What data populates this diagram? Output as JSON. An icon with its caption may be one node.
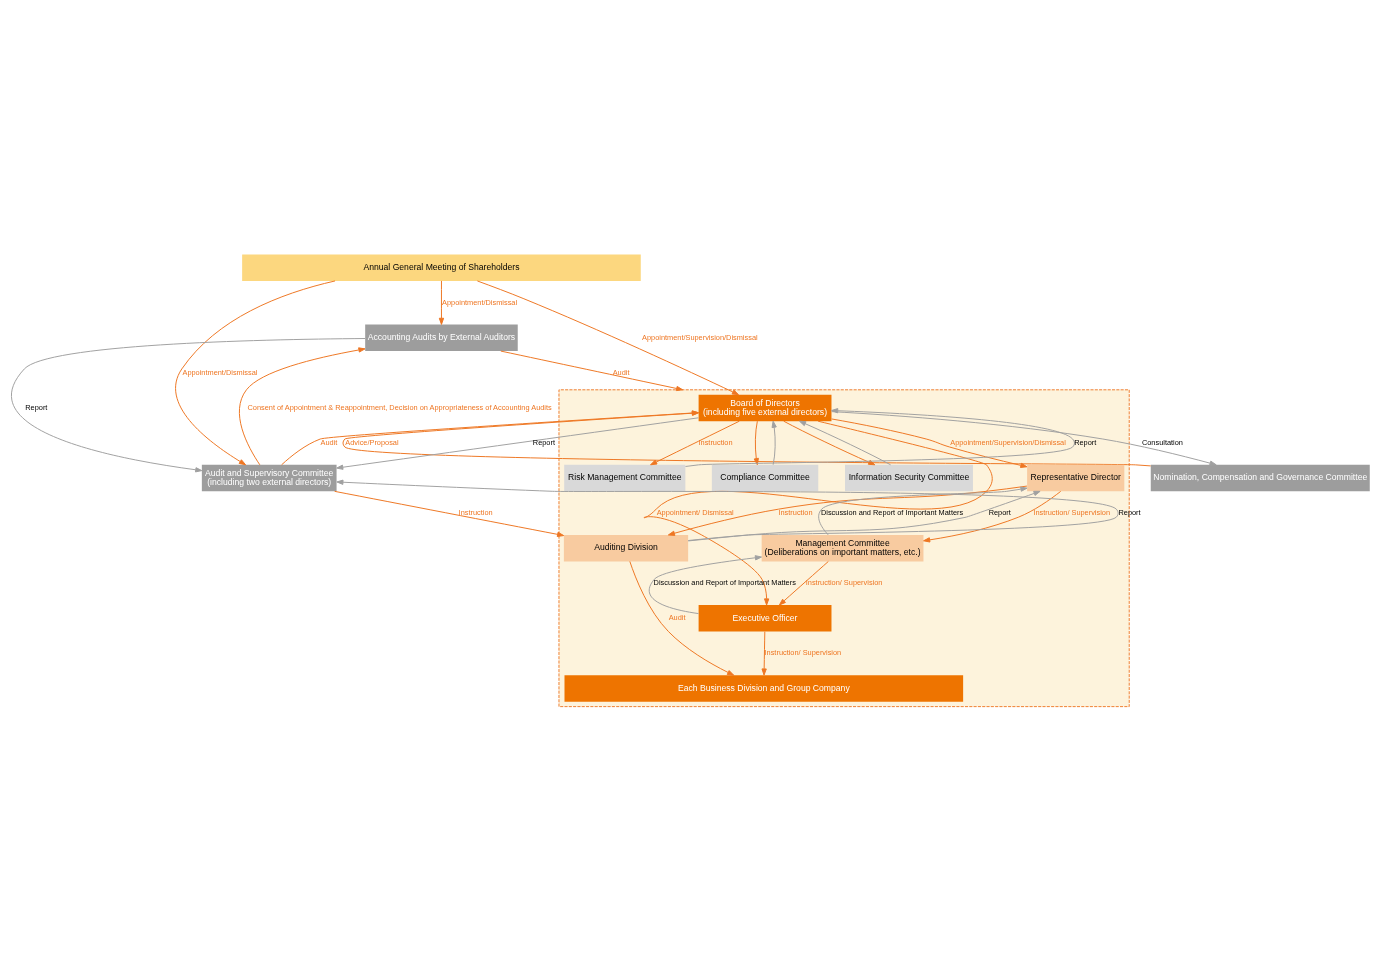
{
  "diagram": {
    "nodes": [
      {
        "text": [
          "Annual General Meeting of Shareholders"
        ]
      },
      {
        "text": [
          "Accounting Audits by External Auditors"
        ]
      },
      {
        "text": [
          "Audit and Supervisory Committee",
          "(including two external directors)"
        ]
      },
      {
        "text": [
          "Nomination, Compensation and Governance Committee"
        ]
      },
      {
        "text": [],
        "shape": "box"
      },
      {
        "text": [
          "Board of Directors",
          "(including five external directors)"
        ],
        "in": 4
      },
      {
        "text": [
          "Representative Director"
        ],
        "in": 4
      },
      {
        "text": [
          "Risk Management Committee"
        ],
        "in": 4
      },
      {
        "text": [
          "Compliance Committee"
        ],
        "in": 4
      },
      {
        "text": [
          "Information Security Committee"
        ],
        "in": 4
      },
      {
        "text": [
          "Management Committee",
          "(Deliberations on important matters, etc.)"
        ],
        "in": 4
      },
      {
        "text": [
          "Executive Officer"
        ],
        "in": 4
      },
      {
        "text": [
          "Auditing Division"
        ],
        "in": 4
      },
      {
        "text": [
          "Each Business Division and Group Company"
        ],
        "in": 4
      }
    ],
    "edges": [
      {
        "from": 0,
        "to": 1,
        "arrow": "to",
        "label": "Appointment/Dismissal"
      },
      {
        "from": 0,
        "to": 5,
        "arrow": "to",
        "label": "Appointment/Supervision/Dismissal"
      },
      {
        "from": 0,
        "to": 2,
        "arrow": "to",
        "label": "Appointment/Dismissal"
      },
      {
        "from": 2,
        "to": 1,
        "arrow": "to",
        "label": "Consent of Appointment & Reappointment, Decision on Appropriateness of Accounting Audits"
      },
      {
        "from": 1,
        "to": 2,
        "arrow": "to",
        "label": "Report",
        "color": "#a0a0a0"
      },
      {
        "from": 1,
        "to": 4,
        "arrow": "to",
        "label": "Audit"
      },
      {
        "from": 5,
        "to": 3,
        "arrow": "to",
        "label": "Consultation",
        "color": "#a0a0a0"
      },
      {
        "from": 3,
        "to": 5,
        "arrow": "to",
        "label": "Advice/Proposal"
      },
      {
        "from": 5,
        "to": 2,
        "arrow": "to",
        "label": "Report",
        "color": "#a0a0a0"
      },
      {
        "from": 2,
        "to": 5,
        "arrow": "to",
        "label": "Audit"
      },
      {
        "from": 2,
        "to": 12,
        "arrow": "to",
        "label": "Instruction"
      },
      {
        "from": 12,
        "to": 2,
        "arrow": "to",
        "label": "Report",
        "color": "#a0a0a0"
      },
      {
        "from": 5,
        "to": 6,
        "arrow": "to",
        "label": "Appointment/Supervision/Dismissal"
      },
      {
        "from": 5,
        "to": 11,
        "arrow": "to",
        "label": "Appointment/ Dismissal"
      },
      {
        "from": 5,
        "to": 7,
        "arrow": "to",
        "label": "Instruction"
      },
      {
        "from": 5,
        "to": 8,
        "arrow": "to"
      },
      {
        "from": 5,
        "to": 9,
        "arrow": "to"
      },
      {
        "from": 7,
        "to": 5,
        "arrow": "to",
        "label": "Report",
        "color": "#a0a0a0"
      },
      {
        "from": 8,
        "to": 5,
        "arrow": "to",
        "color": "#a0a0a0"
      },
      {
        "from": 9,
        "to": 5,
        "arrow": "to",
        "color": "#a0a0a0"
      },
      {
        "from": 6,
        "to": 12,
        "arrow": "to",
        "label": "Instruction"
      },
      {
        "from": 12,
        "to": 6,
        "arrow": "to",
        "label": "Report",
        "color": "#a0a0a0"
      },
      {
        "from": 6,
        "to": 10,
        "arrow": "to",
        "label": "Instruction/ Supervision"
      },
      {
        "from": 10,
        "to": 6,
        "arrow": "to",
        "label": "Discussion and Report of Important Matters",
        "color": "#a0a0a0"
      },
      {
        "from": 10,
        "to": 11,
        "arrow": "to",
        "label": "Instruction/ Supervision"
      },
      {
        "from": 11,
        "to": 10,
        "arrow": "to",
        "label": "Discussion and Report of Important Matters",
        "color": "#a0a0a0"
      },
      {
        "from": 11,
        "to": 13,
        "arrow": "to",
        "label": "Instruction/ Supervision"
      },
      {
        "from": 12,
        "to": 13,
        "arrow": "to",
        "label": "Audit"
      }
    ]
  }
}
